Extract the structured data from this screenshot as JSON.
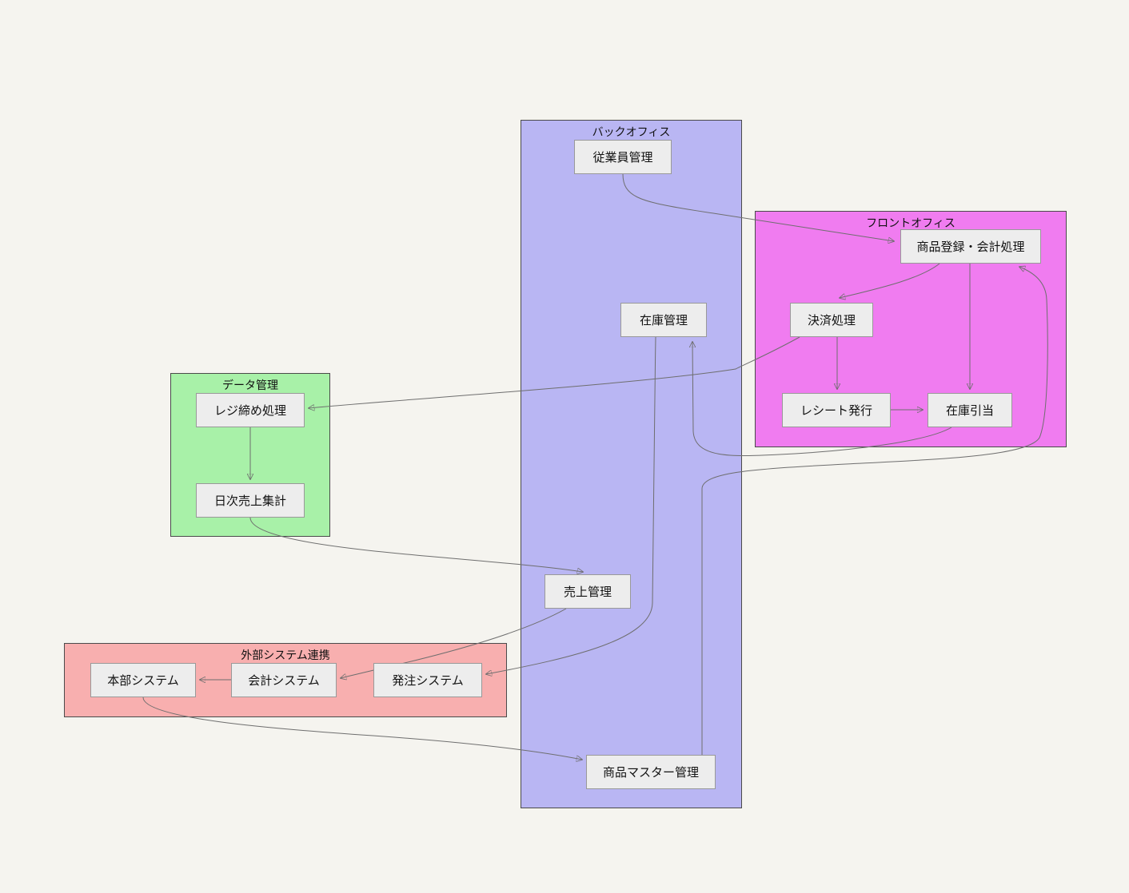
{
  "diagram": {
    "background": "#f5f4ef",
    "edge_color": "#6e6e6e",
    "node_fill": "#ededed",
    "node_border": "#999999",
    "clusters": [
      {
        "id": "back-office",
        "label": "バックオフィス",
        "fill": "#b9b6f3"
      },
      {
        "id": "front-office",
        "label": "フロントオフィス",
        "fill": "#f07cf0"
      },
      {
        "id": "data-management",
        "label": "データ管理",
        "fill": "#a8f1a8"
      },
      {
        "id": "external-systems",
        "label": "外部システム連携",
        "fill": "#f8afaf"
      }
    ],
    "nodes": [
      {
        "id": "employee-management",
        "label": "従業員管理"
      },
      {
        "id": "inventory-management",
        "label": "在庫管理"
      },
      {
        "id": "sales-management",
        "label": "売上管理"
      },
      {
        "id": "product-master-management",
        "label": "商品マスター管理"
      },
      {
        "id": "product-registration-accounting",
        "label": "商品登録・会計処理"
      },
      {
        "id": "payment-processing",
        "label": "決済処理"
      },
      {
        "id": "receipt-issuance",
        "label": "レシート発行"
      },
      {
        "id": "inventory-allocation",
        "label": "在庫引当"
      },
      {
        "id": "register-closing",
        "label": "レジ締め処理"
      },
      {
        "id": "daily-sales-aggregation",
        "label": "日次売上集計"
      },
      {
        "id": "headquarters-system",
        "label": "本部システム"
      },
      {
        "id": "accounting-system",
        "label": "会計システム"
      },
      {
        "id": "ordering-system",
        "label": "発注システム"
      }
    ],
    "edges": [
      {
        "from": "従業員管理",
        "to": "商品登録・会計処理"
      },
      {
        "from": "商品登録・会計処理",
        "to": "決済処理"
      },
      {
        "from": "商品登録・会計処理",
        "to": "在庫引当"
      },
      {
        "from": "決済処理",
        "to": "レシート発行"
      },
      {
        "from": "レシート発行",
        "to": "在庫引当"
      },
      {
        "from": "在庫引当",
        "to": "在庫管理"
      },
      {
        "from": "決済処理",
        "to": "レジ締め処理"
      },
      {
        "from": "レジ締め処理",
        "to": "日次売上集計"
      },
      {
        "from": "日次売上集計",
        "to": "売上管理"
      },
      {
        "from": "売上管理",
        "to": "会計システム"
      },
      {
        "from": "会計システム",
        "to": "本部システム"
      },
      {
        "from": "在庫管理",
        "to": "発注システム"
      },
      {
        "from": "本部システム",
        "to": "商品マスター管理"
      },
      {
        "from": "商品マスター管理",
        "to": "商品登録・会計処理"
      }
    ]
  }
}
